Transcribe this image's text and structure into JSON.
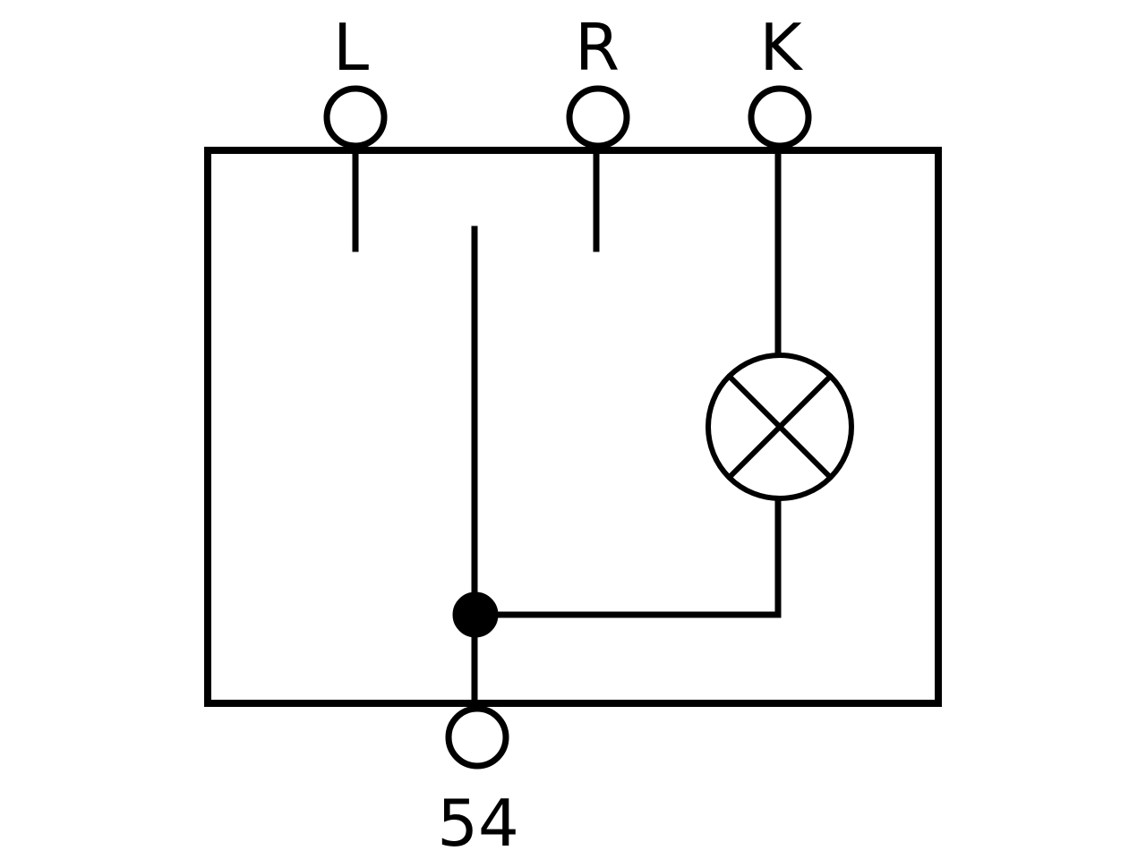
{
  "labels": {
    "terminal_l": "L",
    "terminal_r": "R",
    "terminal_k": "K",
    "terminal_54": "54"
  },
  "colors": {
    "line": "#000000",
    "background": "#ffffff"
  }
}
